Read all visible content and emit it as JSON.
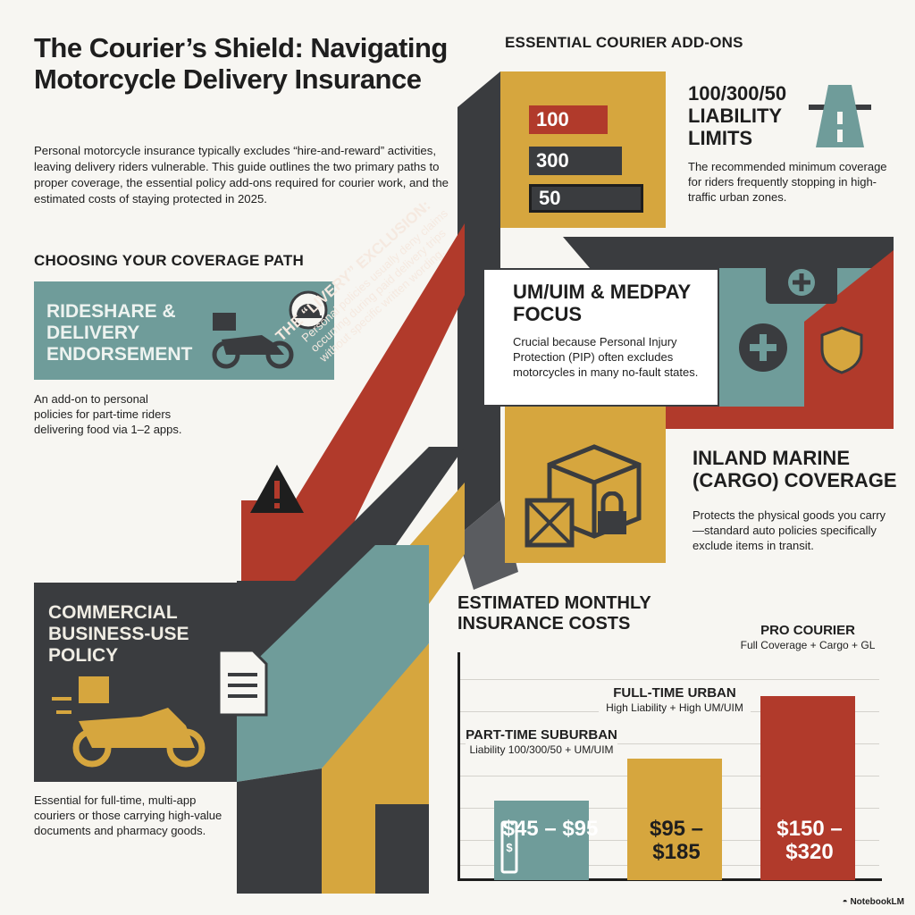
{
  "title": "The Courier’s Shield: Navigating Motorcycle Delivery Insurance",
  "intro": "Personal motorcycle insurance typically excludes “hire-and-reward” activities, leaving delivery riders vulnerable. This guide outlines the two primary paths to proper coverage, the essential policy add-ons required for courier work, and the estimated costs of staying protected in 2025.",
  "colors": {
    "teal": "#6f9c9a",
    "gold": "#d6a63e",
    "red": "#b13a2b",
    "dark": "#3a3c3f",
    "cream": "#f7f6f2"
  },
  "coverage": {
    "heading": "CHOOSING YOUR COVERAGE PATH",
    "rideshare": {
      "title": "RIDESHARE & DELIVERY ENDORSEMENT",
      "text": "An add-on to personal policies for part-time riders delivering food via 1–2 apps.",
      "icons": [
        "motorcycle-icon",
        "food-cloche-icon"
      ]
    },
    "livery": {
      "title": "THE “LIVERY” EXCLUSION:",
      "text": "Personal policies usually deny claims occurring during paid delivery trips without specific written wording.",
      "icon": "warning-icon"
    },
    "commercial": {
      "title": "COMMERCIAL BUSINESS-USE POLICY",
      "text": "Essential for full-time, multi-app couriers or those carrying high-value documents and pharmacy goods.",
      "icons": [
        "document-icon",
        "delivery-motorcycle-icon"
      ]
    }
  },
  "addons": {
    "heading": "ESSENTIAL COURIER ADD-ONS",
    "limits": {
      "values": [
        "100",
        "300",
        "50"
      ],
      "title": "100/300/50 LIABILITY LIMITS",
      "text": "The recommended minimum coverage for riders frequently stopping in high-traffic urban zones.",
      "icon": "highway-icon"
    },
    "umuim": {
      "title": "UM/UIM & MEDPAY FOCUS",
      "text": "Crucial because Personal Injury Protection (PIP) often excludes motorcycles in many no-fault states.",
      "icons": [
        "medical-kit-icon",
        "medical-cross-icon",
        "shield-icon"
      ]
    },
    "cargo": {
      "title": "INLAND MARINE (CARGO) COVERAGE",
      "text": "Protects the physical goods you carry—standard auto policies specifically exclude items in transit.",
      "icons": [
        "packages-icon",
        "padlock-icon"
      ]
    }
  },
  "chart_data": {
    "type": "bar",
    "title": "ESTIMATED MONTHLY INSURANCE COSTS",
    "categories": [
      "PART-TIME SUBURBAN",
      "FULL-TIME URBAN",
      "PRO COURIER"
    ],
    "subtitles": [
      "Liability 100/300/50 + UM/UIM",
      "High Liability + High UM/UIM",
      "Full Coverage + Cargo + GL"
    ],
    "ranges": [
      [
        45,
        95
      ],
      [
        95,
        185
      ],
      [
        150,
        320
      ]
    ],
    "labels": [
      "$45 – $95",
      "$95 – $185",
      "$150 – $320"
    ],
    "units": "USD per month",
    "colors": [
      "#6f9c9a",
      "#d6a63e",
      "#b13a2b"
    ],
    "grid": true
  },
  "footer": {
    "brand": "NotebookLM"
  }
}
